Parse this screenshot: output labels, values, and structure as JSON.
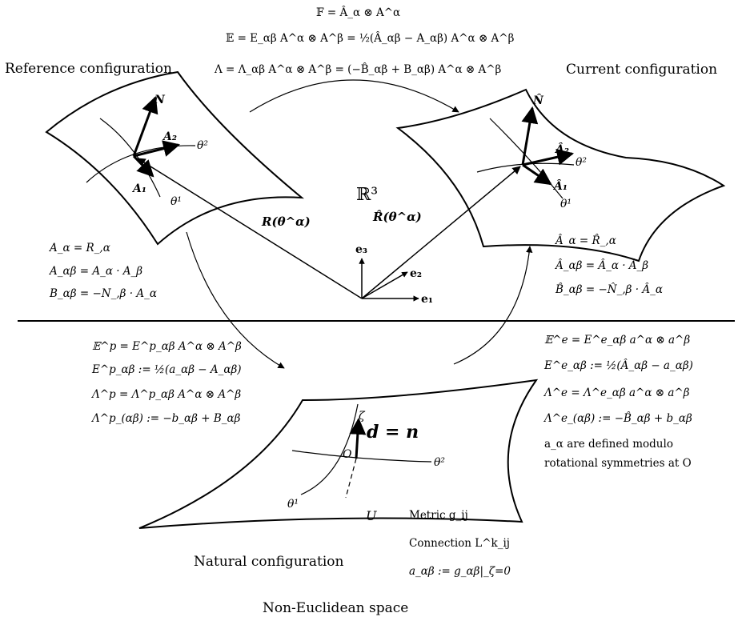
{
  "top_equations": [
    "𝔽 = Â_α ⊗ A^α",
    "𝔼 = E_αβ A^α ⊗ A^β = ½(Â_αβ − A_αβ) A^α ⊗ A^β",
    "Λ = Λ_αβ A^α ⊗ A^β = (−B̂_αβ + B_αβ) A^α ⊗ A^β"
  ],
  "captions": {
    "reference": "Reference configuration",
    "current": "Current configuration",
    "natural": "Natural configuration",
    "space": "Non-Euclidean space",
    "r3": "ℝ³"
  },
  "reference_labels": {
    "N": "N",
    "A1": "A₁",
    "A2": "A₂",
    "theta1": "θ¹",
    "theta2": "θ²",
    "R": "R(θ^α)"
  },
  "current_labels": {
    "N": "N̂",
    "A1": "Â₁",
    "A2": "Â₂",
    "theta1": "θ¹",
    "theta2": "θ²",
    "R": "R̂(θ^α)"
  },
  "basis": {
    "e1": "e₁",
    "e2": "e₂",
    "e3": "e₃"
  },
  "reference_equations": [
    "A_α = R_,α",
    "A_αβ = A_α · A_β",
    "B_αβ = −N_,β · A_α"
  ],
  "current_equations": [
    "Â_α = R̂_,α",
    "Â_αβ = Â_α · Â_β",
    "B̂_αβ = −N̂_,β · Â_α"
  ],
  "plastic_equations": [
    "𝔼^p = E^p_αβ A^α ⊗ A^β",
    "E^p_αβ := ½(a_αβ − A_αβ)",
    "Λ^p = Λ^p_αβ A^α ⊗ A^β",
    "Λ^p_(αβ) := −b_αβ + B_αβ"
  ],
  "elastic_equations": [
    "𝔼^e = E^e_αβ a^α ⊗ a^β",
    "E^e_αβ := ½(Â_αβ − a_αβ)",
    "Λ^e = Λ^e_αβ a^α ⊗ a^β",
    "Λ^e_(αβ) := −B̂_αβ + b_αβ",
    "a_α are defined modulo",
    "rotational symmetries at O"
  ],
  "natural_labels": {
    "zeta": "ζ",
    "d": "d = n",
    "O": "O",
    "theta1": "θ¹",
    "theta2": "θ²",
    "U": "U"
  },
  "metric_notes": [
    "Metric g_ij",
    "Connection L^k_ij",
    "a_αβ := g_αβ|_ζ=0"
  ]
}
